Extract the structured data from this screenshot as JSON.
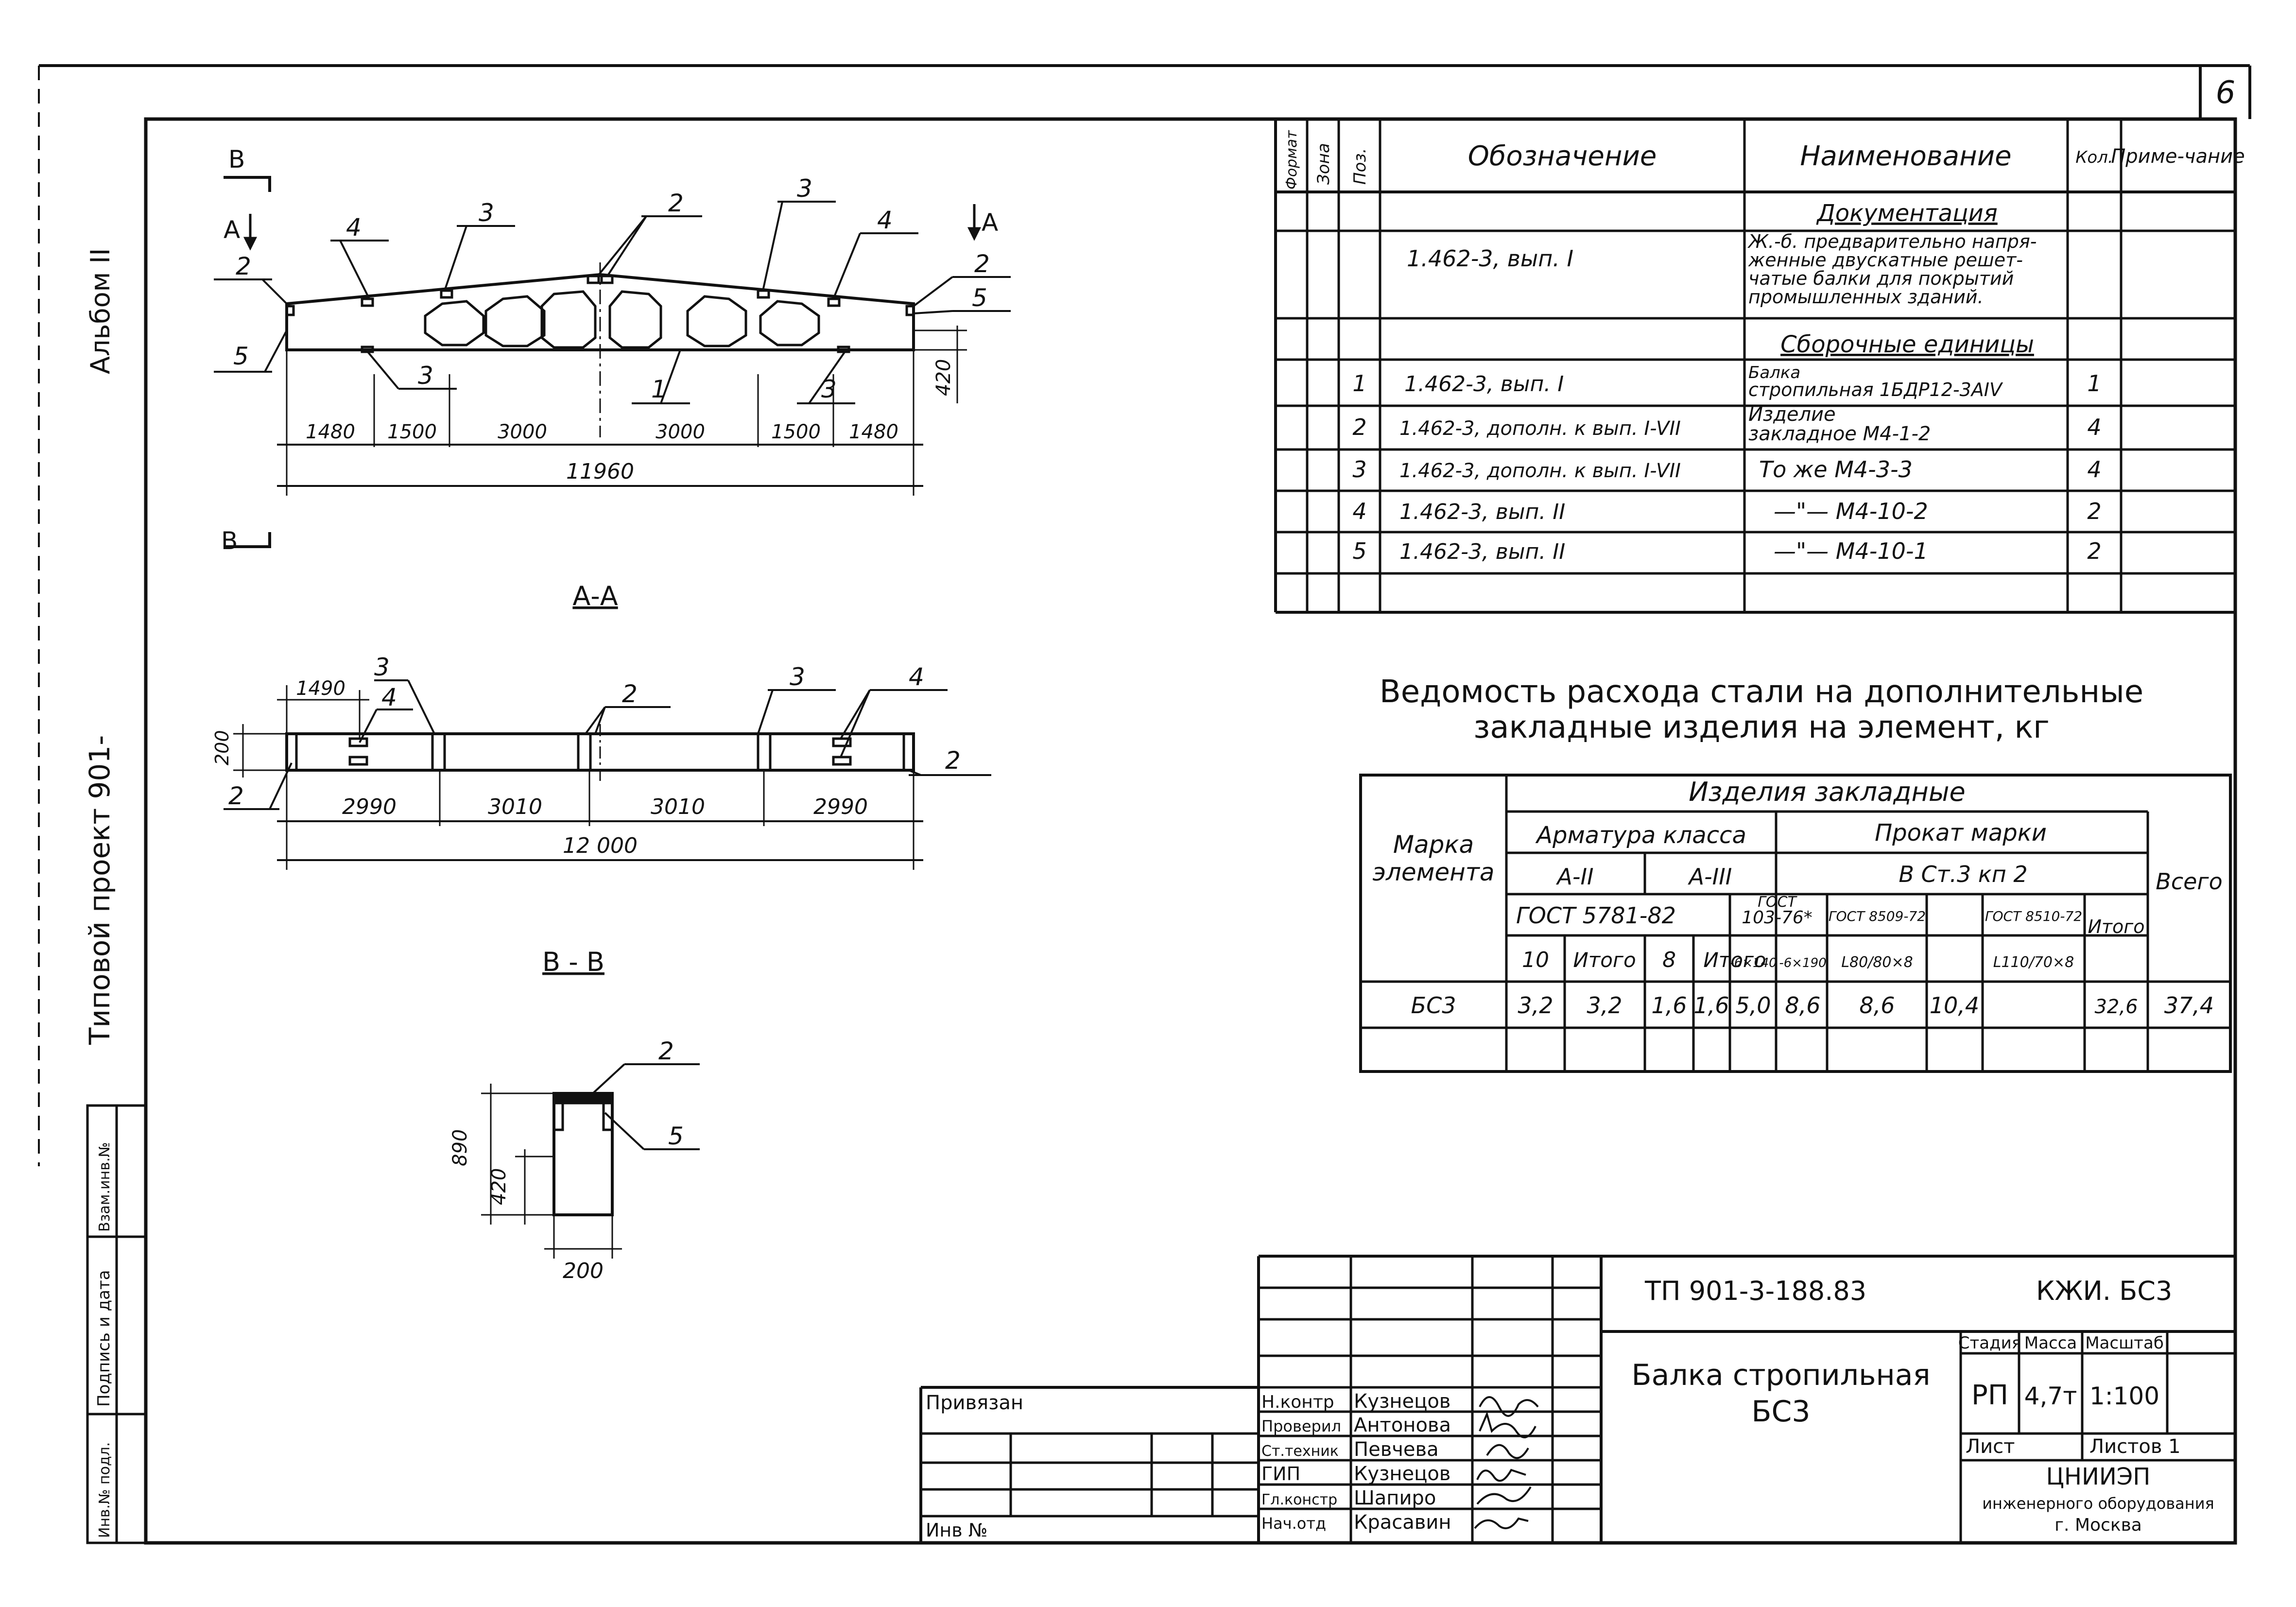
{
  "sheet_number": "6",
  "album": "Альбом II",
  "project_series": "Типовой проект 901-",
  "binding_labels": [
    "Инв.№ подл.",
    "Подпись и дата",
    "Взам.инв.№"
  ],
  "elevation": {
    "section_cut_b": "В",
    "section_cut_a": "А",
    "callouts": [
      "1",
      "2",
      "3",
      "4",
      "5"
    ],
    "dims_top": [
      "1480",
      "1500",
      "3000",
      "3000",
      "1500",
      "1480"
    ],
    "overall": "11960",
    "height_end": "420"
  },
  "section_aa": {
    "title": "А-А",
    "dim_left": "1490",
    "height": "200",
    "dims": [
      "2990",
      "3010",
      "3010",
      "2990"
    ],
    "overall": "12 000",
    "callouts": [
      "2",
      "3",
      "4"
    ]
  },
  "section_bb": {
    "title": "В - В",
    "height_total": "890",
    "height_lower": "420",
    "width": "200",
    "callouts": [
      "2",
      "5"
    ]
  },
  "spec": {
    "headers": [
      "Формат",
      "Зона",
      "Поз.",
      "Обозначение",
      "Наименование",
      "Кол.",
      "Приме-чание"
    ],
    "section_documents": "Документация",
    "doc_row": {
      "designation": "1.462-3, вып. I",
      "name_lines": [
        "Ж.-б. предварительно напря-",
        "женные двускатные решет-",
        "чатые балки для покрытий",
        "промышленных зданий."
      ]
    },
    "section_assemblies": "Сборочные единицы",
    "rows": [
      {
        "pos": "1",
        "designation": "1.462-3, вып. I",
        "name_lines": [
          "Балка",
          "стропильная 1БДР12-3АIV"
        ],
        "qty": "1"
      },
      {
        "pos": "2",
        "designation": "1.462-3, дополн. к вып. I-VII",
        "name_lines": [
          "Изделие",
          "закладное М4-1-2"
        ],
        "qty": "4"
      },
      {
        "pos": "3",
        "designation": "1.462-3, дополн. к вып. I-VII",
        "name_lines": [
          "То же М4-3-3"
        ],
        "qty": "4"
      },
      {
        "pos": "4",
        "designation": "1.462-3, вып. II",
        "name_lines": [
          "—\"— М4-10-2"
        ],
        "qty": "2"
      },
      {
        "pos": "5",
        "designation": "1.462-3, вып. II",
        "name_lines": [
          "—\"— М4-10-1"
        ],
        "qty": "2"
      }
    ]
  },
  "steel": {
    "title_lines": [
      "Ведомость расхода стали на дополнительные",
      "закладные изделия на элемент, кг"
    ],
    "h_element": [
      "Марка",
      "элемента"
    ],
    "h_products": "Изделия закладные",
    "h_rebar": "Арматура класса",
    "h_rolled": "Прокат марки",
    "h_a2": "А-II",
    "h_a3": "А-III",
    "h_grade": "В Ст.3 кп 2",
    "h_total": "Всего",
    "h_gost_rebar": "ГОСТ 5781-82",
    "h_gost_103": [
      "ГОСТ",
      "103-76*"
    ],
    "h_gost_8509": "ГОСТ 8509-72",
    "h_gost_8510": "ГОСТ 8510-72",
    "h_itogo": "Итого",
    "cols": [
      "10",
      "Итого",
      "8",
      "Итого",
      "-6×140",
      "-6×190",
      "L80/80×8",
      "L110/70×8"
    ],
    "row": {
      "mark": "БС3",
      "values": [
        "3,2",
        "3,2",
        "1,6",
        "1,6",
        "5,0",
        "8,6",
        "8,6",
        "10,4",
        "32,6",
        "37,4"
      ]
    }
  },
  "title_block": {
    "doc_code": "ТП 901-3-188.83",
    "sheet_code": "КЖИ. БС3",
    "title_lines": [
      "Балка стропильная",
      "БС3"
    ],
    "stage_label": "Стадия",
    "mass_label": "Масса",
    "scale_label": "Масштаб",
    "stage": "РП",
    "mass": "4,7т",
    "scale": "1:100",
    "sheet_label": "Лист",
    "sheets_label": "Листов 1",
    "org_lines": [
      "ЦНИИЭП",
      "инженерного оборудования",
      "г. Москва"
    ],
    "bound_label": "Привязан",
    "inv_label": "Инв №",
    "roles": [
      "Н.контр",
      "Проверил",
      "Ст.техник",
      "ГИП",
      "Гл.констр",
      "Нач.отд"
    ],
    "names": [
      "Кузнецов",
      "Антонова",
      "Певчева",
      "Кузнецов",
      "Шапиро",
      "Красавин"
    ]
  }
}
